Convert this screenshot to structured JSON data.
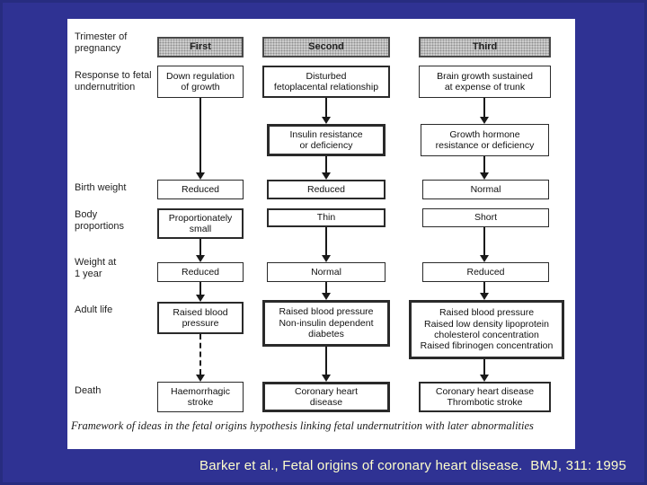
{
  "slide": {
    "caption": "Barker et al., Fetal origins of coronary heart disease.  BMJ, 311: 1995"
  },
  "colors": {
    "background": "#2f3293",
    "caption_text": "#ffffcc",
    "figure_background": "#ffffff",
    "ink": "#1b1b1b"
  },
  "figure": {
    "caption": "Framework of ideas in the fetal origins hypothesis linking fetal undernutrition with later abnormalities",
    "row_labels": {
      "trimester": "Trimester of\npregnancy",
      "response": "Response to fetal\nundernutrition",
      "birth_weight": "Birth weight",
      "body_proportions": "Body\nproportions",
      "weight_1yr": "Weight at\n1 year",
      "adult_life": "Adult life",
      "death": "Death"
    },
    "headers": {
      "first": "First",
      "second": "Second",
      "third": "Third"
    },
    "col1": {
      "response": "Down regulation\nof growth",
      "birth_weight": "Reduced",
      "body_proportions": "Proportionately\nsmall",
      "weight_1yr": "Reduced",
      "adult_life": "Raised blood\npressure",
      "death": "Haemorrhagic\nstroke"
    },
    "col2": {
      "response": "Disturbed\nfetoplacental relationship",
      "hormone": "Insulin resistance\nor deficiency",
      "birth_weight": "Reduced",
      "body_proportions": "Thin",
      "weight_1yr": "Normal",
      "adult_life": "Raised blood pressure\nNon-insulin dependent\ndiabetes",
      "death": "Coronary heart\ndisease"
    },
    "col3": {
      "response": "Brain growth sustained\nat expense of trunk",
      "hormone": "Growth hormone\nresistance or deficiency",
      "birth_weight": "Normal",
      "body_proportions": "Short",
      "weight_1yr": "Reduced",
      "adult_life": "Raised blood pressure\nRaised low density lipoprotein\ncholesterol concentration\nRaised fibrinogen concentration",
      "death": "Coronary heart disease\nThrombotic stroke"
    }
  }
}
